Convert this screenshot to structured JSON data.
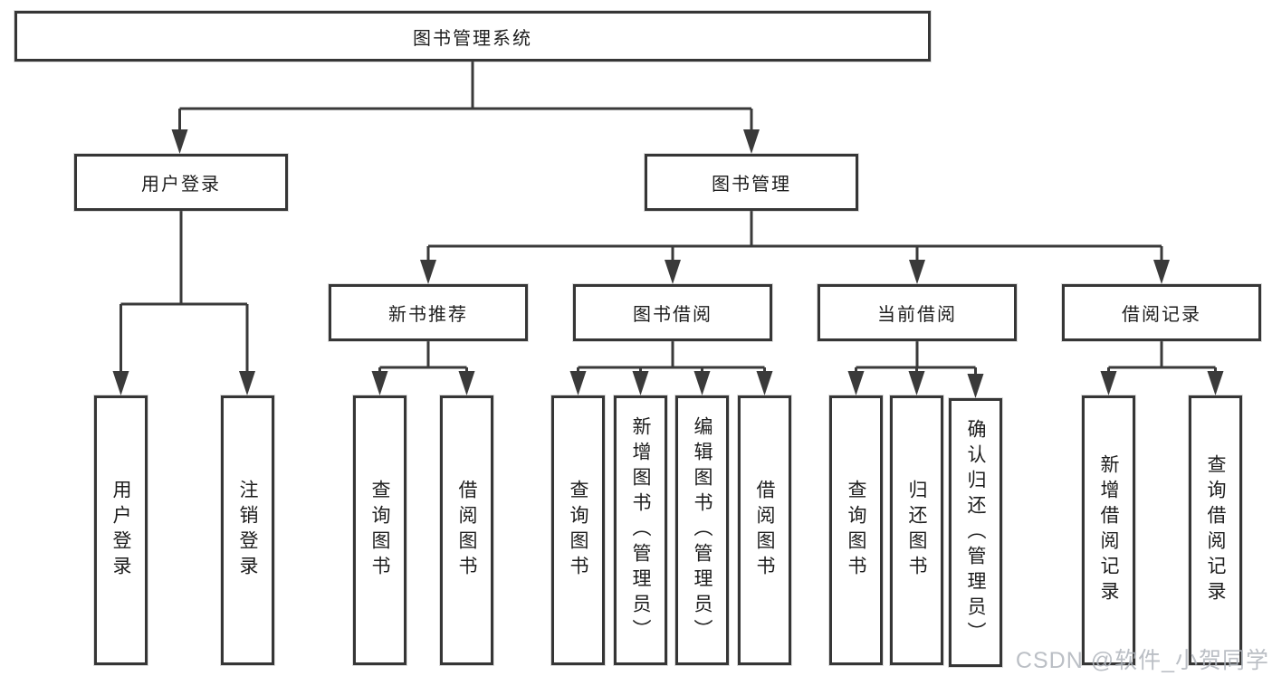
{
  "diagram": {
    "type": "hierarchy-tree",
    "title": "图书管理系统",
    "nodes": [
      {
        "id": "system",
        "label": "图书管理系统",
        "level": 1,
        "orientation": "horizontal"
      },
      {
        "id": "user-login",
        "label": "用户登录",
        "level": 2,
        "orientation": "horizontal"
      },
      {
        "id": "book-mgmt",
        "label": "图书管理",
        "level": 2,
        "orientation": "horizontal"
      },
      {
        "id": "new-book-rec",
        "label": "新书推荐",
        "level": 3,
        "orientation": "horizontal"
      },
      {
        "id": "book-borrow",
        "label": "图书借阅",
        "level": 3,
        "orientation": "horizontal"
      },
      {
        "id": "current-borrow",
        "label": "当前借阅",
        "level": 3,
        "orientation": "horizontal"
      },
      {
        "id": "borrow-record",
        "label": "借阅记录",
        "level": 3,
        "orientation": "horizontal"
      },
      {
        "id": "leaf-login",
        "label": "用户登录",
        "level": 4,
        "orientation": "vertical"
      },
      {
        "id": "leaf-logout",
        "label": "注销登录",
        "level": 4,
        "orientation": "vertical"
      },
      {
        "id": "nb-query",
        "label": "查询图书",
        "level": 4,
        "orientation": "vertical"
      },
      {
        "id": "nb-borrow",
        "label": "借阅图书",
        "level": 4,
        "orientation": "vertical"
      },
      {
        "id": "bb-query",
        "label": "查询图书",
        "level": 4,
        "orientation": "vertical"
      },
      {
        "id": "bb-add",
        "label": "新增图书（管理员）",
        "level": 4,
        "orientation": "vertical"
      },
      {
        "id": "bb-edit",
        "label": "编辑图书（管理员）",
        "level": 4,
        "orientation": "vertical"
      },
      {
        "id": "bb-borrow",
        "label": "借阅图书",
        "level": 4,
        "orientation": "vertical"
      },
      {
        "id": "cb-query",
        "label": "查询图书",
        "level": 4,
        "orientation": "vertical"
      },
      {
        "id": "cb-return",
        "label": "归还图书",
        "level": 4,
        "orientation": "vertical"
      },
      {
        "id": "cb-confirm",
        "label": "确认归还（管理员）",
        "level": 4,
        "orientation": "vertical"
      },
      {
        "id": "br-add",
        "label": "新增借阅记录",
        "level": 4,
        "orientation": "vertical"
      },
      {
        "id": "br-query",
        "label": "查询借阅记录",
        "level": 4,
        "orientation": "vertical"
      }
    ],
    "edges": [
      [
        "system",
        "user-login"
      ],
      [
        "system",
        "book-mgmt"
      ],
      [
        "user-login",
        "leaf-login"
      ],
      [
        "user-login",
        "leaf-logout"
      ],
      [
        "book-mgmt",
        "new-book-rec"
      ],
      [
        "book-mgmt",
        "book-borrow"
      ],
      [
        "book-mgmt",
        "current-borrow"
      ],
      [
        "book-mgmt",
        "borrow-record"
      ],
      [
        "new-book-rec",
        "nb-query"
      ],
      [
        "new-book-rec",
        "nb-borrow"
      ],
      [
        "book-borrow",
        "bb-query"
      ],
      [
        "book-borrow",
        "bb-add"
      ],
      [
        "book-borrow",
        "bb-edit"
      ],
      [
        "book-borrow",
        "bb-borrow"
      ],
      [
        "current-borrow",
        "cb-query"
      ],
      [
        "current-borrow",
        "cb-return"
      ],
      [
        "current-borrow",
        "cb-confirm"
      ],
      [
        "borrow-record",
        "br-add"
      ],
      [
        "borrow-record",
        "br-query"
      ]
    ]
  },
  "watermark": {
    "text": "CSDN @软件_小贺同学"
  },
  "colors": {
    "line": "#3a3a3a",
    "border": "#363636",
    "text": "#1d1d1d",
    "background": "#ffffff",
    "watermark": "#b0b5bc"
  }
}
